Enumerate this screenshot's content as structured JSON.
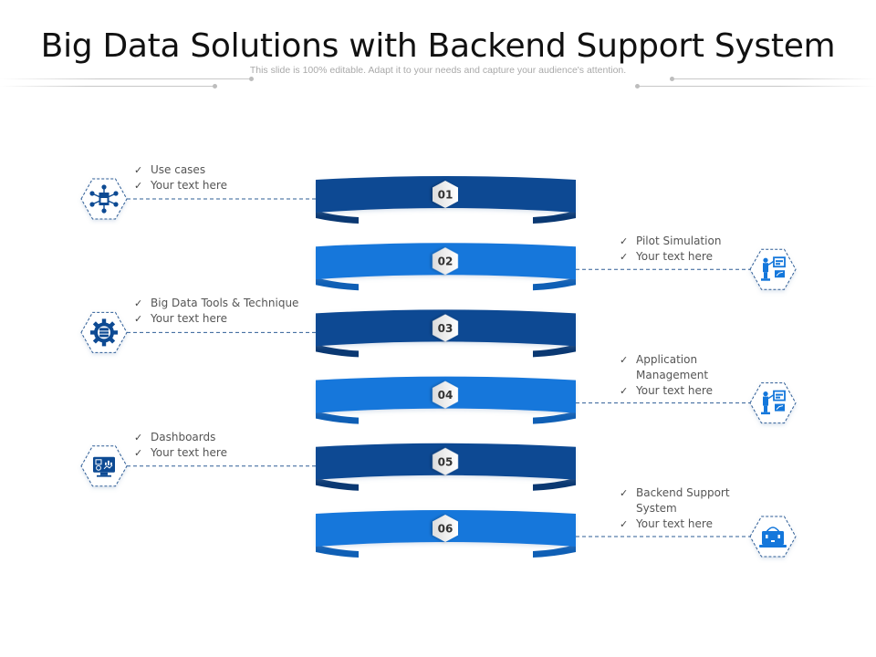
{
  "header": {
    "title": "Big Data Solutions with Backend Support System",
    "subtitle": "This slide is 100% editable. Adapt it to your needs and capture your audience's attention."
  },
  "colors": {
    "dark_blue": "#0D4A93",
    "dark_blue_back": "#0A3872",
    "light_blue": "#1477DB",
    "light_blue_back": "#0F5FB5",
    "connector": "#2E5D96",
    "text": "#555555"
  },
  "steps": [
    {
      "number": "01",
      "side": "left",
      "tone": "dark",
      "icon": "network-hub-icon",
      "lines": [
        "Use cases"
      ],
      "detail": "Your text here"
    },
    {
      "number": "02",
      "side": "right",
      "tone": "light",
      "icon": "presenter-board-icon",
      "lines": [
        "Pilot Simulation"
      ],
      "detail": "Your text here"
    },
    {
      "number": "03",
      "side": "left",
      "tone": "dark",
      "icon": "gear-database-icon",
      "lines": [
        "Big Data Tools & Technique"
      ],
      "detail": "Your text here"
    },
    {
      "number": "04",
      "side": "right",
      "tone": "light",
      "icon": "presenter-board-icon",
      "lines": [
        "Application",
        "Management"
      ],
      "detail": "Your text here"
    },
    {
      "number": "05",
      "side": "left",
      "tone": "dark",
      "icon": "dashboard-monitor-icon",
      "lines": [
        "Dashboards"
      ],
      "detail": "Your text here"
    },
    {
      "number": "06",
      "side": "right",
      "tone": "light",
      "icon": "laptop-support-icon",
      "lines": [
        "Backend Support",
        "System"
      ],
      "detail": "Your text here"
    }
  ]
}
